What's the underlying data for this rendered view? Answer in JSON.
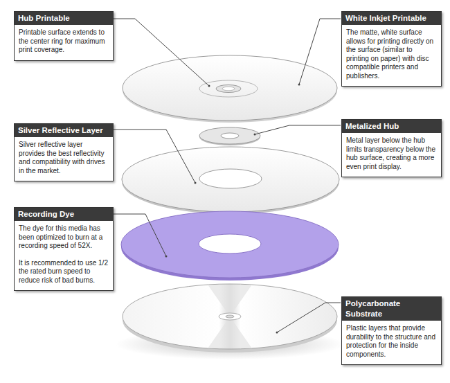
{
  "diagram": {
    "nodes": [
      {
        "text": [
          "Hub Printable",
          "Printable surface extends to the center ring  for maximum print coverage."
        ]
      },
      {
        "text": [
          "White Inkjet Printable",
          "The matte, white surface allows for printing directly on the surface (similar to printing on paper) with disc compatible printers and publishers."
        ]
      },
      {
        "text": [
          "Silver Reflective Layer",
          "Silver reflective layer provides the best reflectivity and compatibility with drives in the market."
        ]
      },
      {
        "text": [
          "Metalized Hub",
          "Metal layer below the hub limits transparency below the hub surface, creating a more even print display."
        ]
      },
      {
        "text": [
          "Recording Dye",
          "The dye for this media has been optimized to burn at a recording speed of 52X.",
          "It is recommended to use 1/2 the rated burn speed to reduce risk of bad burns."
        ]
      },
      {
        "text": [
          "Polycarbonate Substrate",
          "Plastic layers that provide durability to the structure and protection for the inside components."
        ]
      }
    ]
  }
}
